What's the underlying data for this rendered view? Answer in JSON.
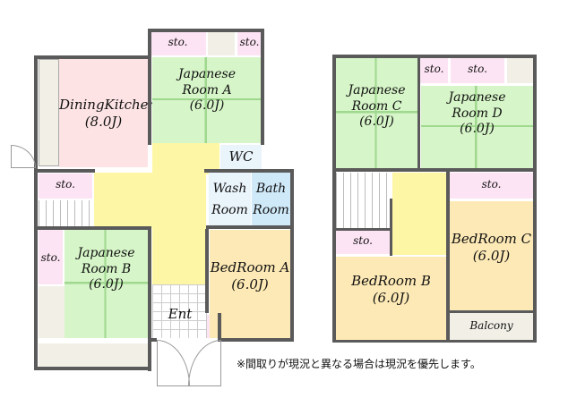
{
  "floor1": {
    "sto_top_left": "sto.",
    "sto_top_right": "sto.",
    "dining_kitchen": {
      "name": "DiningKitchen",
      "size": "(8.0J)"
    },
    "japanese_a": {
      "name1": "Japanese",
      "name2": "Room A",
      "size": "(6.0J)"
    },
    "wc": "WC",
    "sto_left": "sto.",
    "wash": {
      "name1": "Wash",
      "name2": "Room"
    },
    "bath": {
      "name1": "Bath",
      "name2": "Room"
    },
    "sto_b": "sto.",
    "japanese_b": {
      "name1": "Japanese",
      "name2": "Room B",
      "size": "(6.0J)"
    },
    "ent": "Ent",
    "bedroom_a": {
      "name": "BedRoom A",
      "size": "(6.0J)"
    }
  },
  "floor2": {
    "japanese_c": {
      "name1": "Japanese",
      "name2": "Room C",
      "size": "(6.0J)"
    },
    "sto_1": "sto.",
    "sto_2": "sto.",
    "japanese_d": {
      "name1": "Japanese",
      "name2": "Room D",
      "size": "(6.0J)"
    },
    "sto_right": "sto.",
    "bedroom_c": {
      "name": "BedRoom C",
      "size": "(6.0J)"
    },
    "sto_left": "sto.",
    "bedroom_b": {
      "name": "BedRoom B",
      "size": "(6.0J)"
    },
    "balcony": "Balcony"
  },
  "note": "※間取りが現況と異なる場合は現況を優先します。"
}
